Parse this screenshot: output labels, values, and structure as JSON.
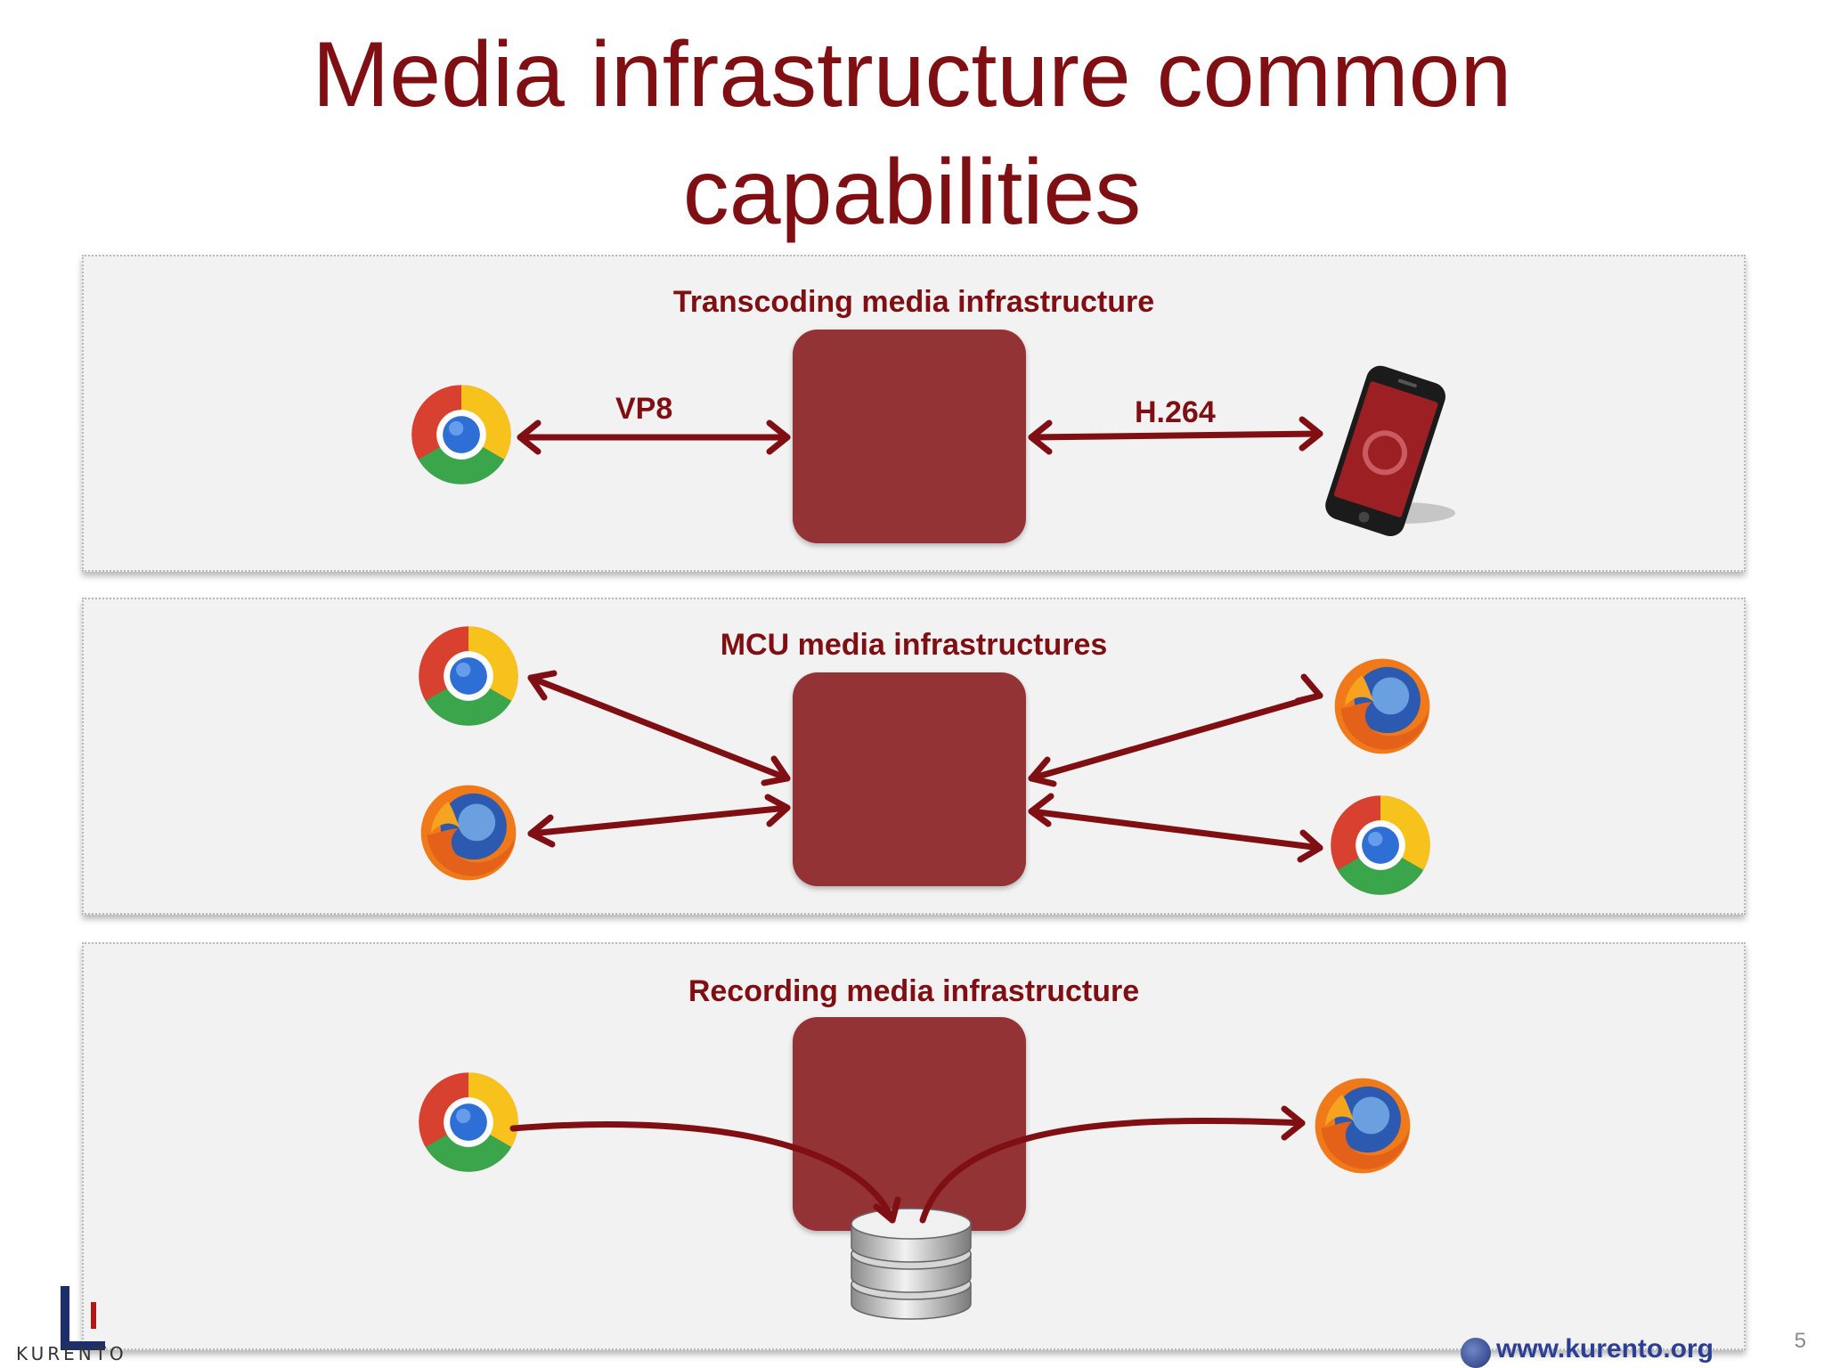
{
  "slide": {
    "title_line1": "Media infrastructure common",
    "title_line2": "capabilities",
    "slide_number": "5",
    "url": "www.kurento.org",
    "logo_text": "KURENTO"
  },
  "colors": {
    "title": "#7f0f12",
    "media_box": "#933336",
    "arrow": "#7f0f12",
    "panel_background": "#f2f2f2"
  },
  "panels": [
    {
      "heading": "Transcoding media infrastructure",
      "left_endpoints": [
        "chrome-icon"
      ],
      "right_endpoints": [
        "smartphone-icon"
      ],
      "left_label": "VP8",
      "right_label": "H.264"
    },
    {
      "heading": "MCU media infrastructures",
      "left_endpoints": [
        "chrome-icon",
        "firefox-icon"
      ],
      "right_endpoints": [
        "firefox-icon",
        "chrome-icon"
      ]
    },
    {
      "heading": "Recording media infrastructure",
      "left_endpoints": [
        "chrome-icon"
      ],
      "right_endpoints": [
        "firefox-icon"
      ],
      "storage": "database-icon"
    }
  ]
}
